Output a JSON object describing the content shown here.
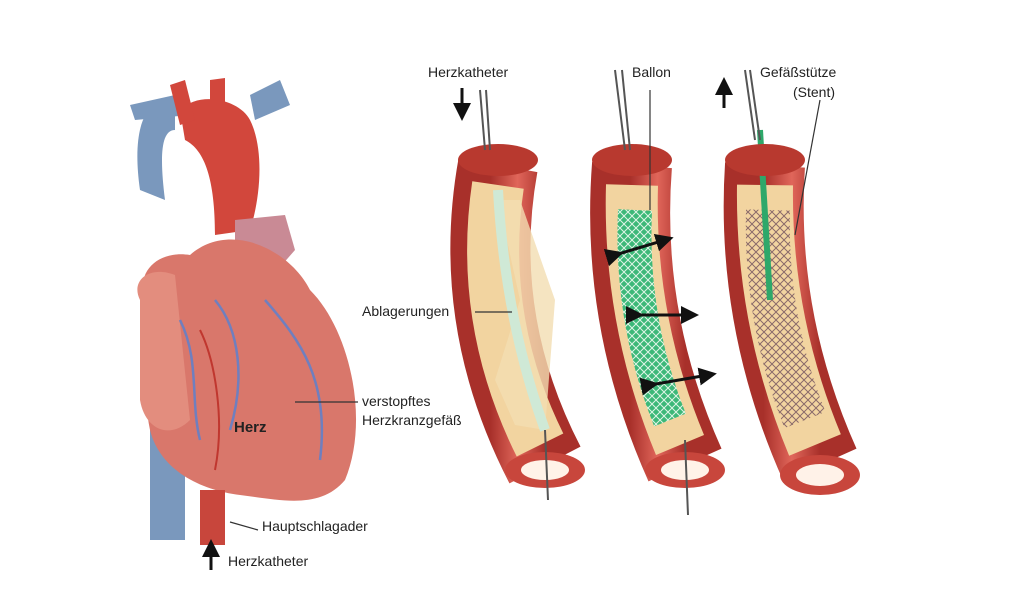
{
  "labels": {
    "catheter_top": "Herzkatheter",
    "balloon": "Ballon",
    "stent_line1": "Gefäßstütze",
    "stent_line2": "(Stent)",
    "deposits": "Ablagerungen",
    "blocked_line1": "verstopftes",
    "blocked_line2": "Herzkranzgefäß",
    "heart": "Herz",
    "aorta": "Hauptschlagader",
    "catheter_bottom": "Herzkatheter"
  },
  "colors": {
    "vessel_red": "#c8463c",
    "vessel_inner": "#f2d4a0",
    "vein_blue": "#6f8fb5",
    "balloon_green": "#2ea86a",
    "heart_pink": "#d9776b"
  }
}
